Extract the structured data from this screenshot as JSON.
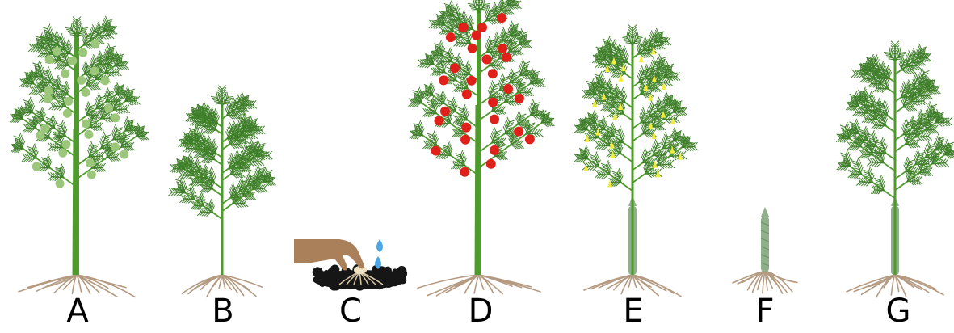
{
  "stages": [
    {
      "label": "A",
      "kind": "plant",
      "berries": "green"
    },
    {
      "label": "B",
      "kind": "plant",
      "berries": "none"
    },
    {
      "label": "C",
      "kind": "planting"
    },
    {
      "label": "D",
      "kind": "plant",
      "berries": "red"
    },
    {
      "label": "E",
      "kind": "plant",
      "berries": "flowers"
    },
    {
      "label": "F",
      "kind": "spear"
    },
    {
      "label": "G",
      "kind": "plant",
      "berries": "none"
    }
  ],
  "colors": {
    "stem": "#4f9a2c",
    "frond": "#3f7f2a",
    "root": "#b49a80",
    "green_berry": "#9cc77a",
    "red_berry": "#e0201a",
    "flower": "#f2ec3a",
    "spear": "#8fb08a",
    "soil": "#161616",
    "hand": "#a9805a",
    "water": "#4aa7e3"
  },
  "icons": {
    "plant": "asparagus-plant-icon",
    "hand": "hand-icon",
    "water": "water-drop-icon",
    "soil": "soil-icon"
  }
}
